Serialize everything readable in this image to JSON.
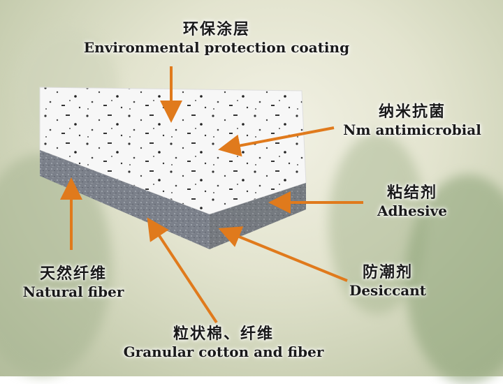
{
  "labels": {
    "top": {
      "zh": "环保涂层",
      "en": "Environmental protection coating"
    },
    "nm": {
      "zh": "纳米抗菌",
      "en": "Nm antimicrobial"
    },
    "adhesive": {
      "zh": "粘结剂",
      "en": "Adhesive"
    },
    "desiccant": {
      "zh": "防潮剂",
      "en": "Desiccant"
    },
    "natural": {
      "zh": "天然纤维",
      "en": "Natural fiber"
    },
    "granular": {
      "zh": "粒状棉、纤维",
      "en": "Granular cotton and fiber"
    }
  },
  "colors": {
    "arrow": "#e07a1c",
    "board_top": "#f7f7f7",
    "board_side": "#7d828c",
    "text": "#1a1a1a"
  }
}
